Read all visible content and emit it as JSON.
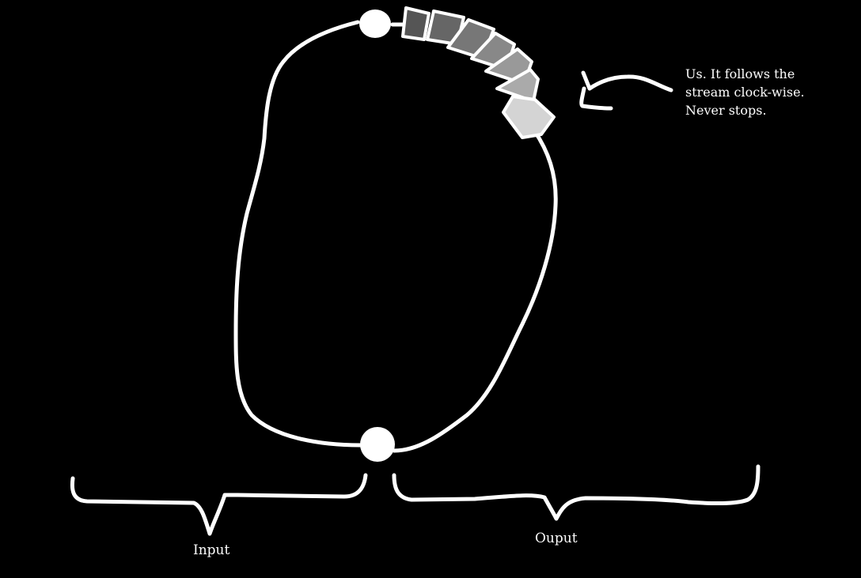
{
  "annotation": {
    "lines": [
      "Us. It follows the",
      "stream clock-wise.",
      "Never stops."
    ]
  },
  "labels": {
    "input": "Input",
    "output": "Ouput"
  },
  "colors": {
    "background": "#000000",
    "stroke": "#ffffff",
    "segments": [
      "#555555",
      "#666666",
      "#777777",
      "#888888",
      "#999999",
      "#aaaaaa",
      "#d4d4d4"
    ]
  }
}
